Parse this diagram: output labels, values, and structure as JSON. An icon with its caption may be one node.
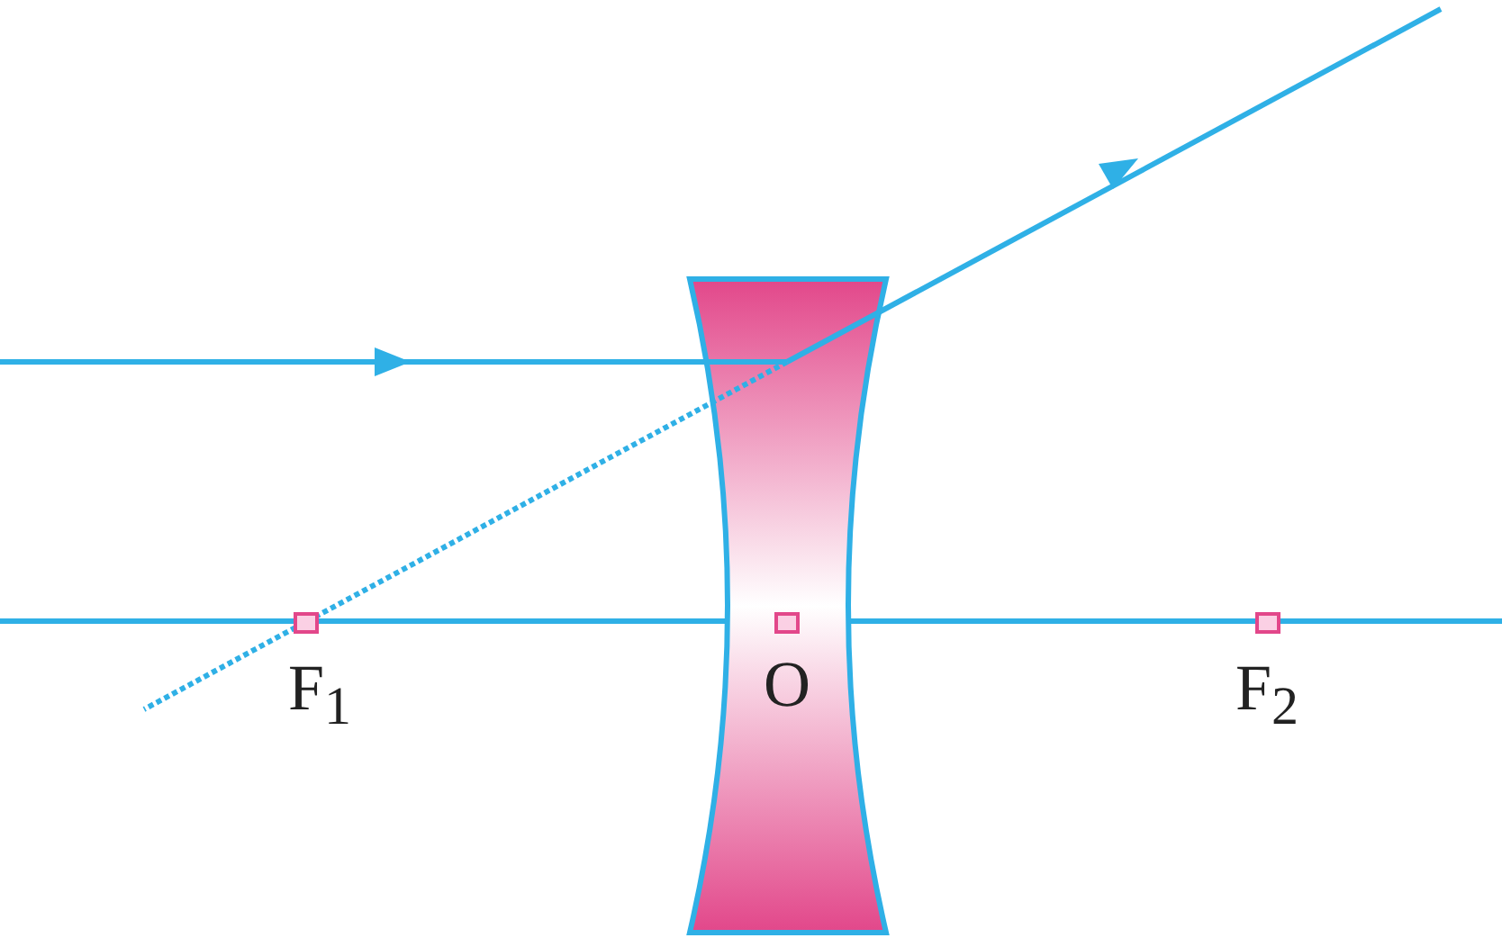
{
  "diagram": {
    "labels": [
      "F$_{1}$",
      "O",
      "F$_{2}$"
    ]
  }
}
